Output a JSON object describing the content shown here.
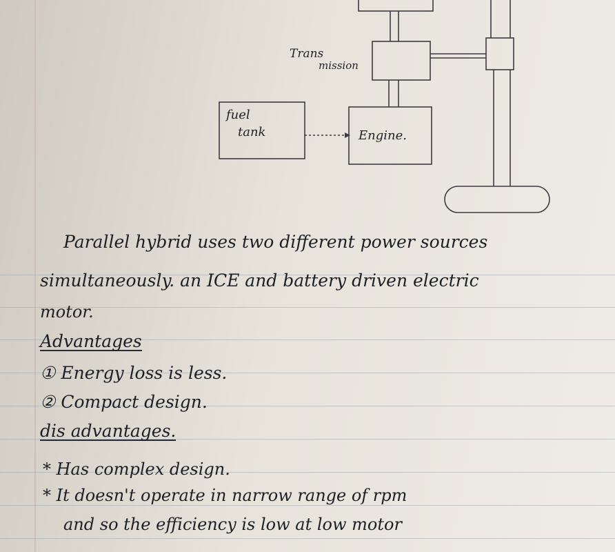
{
  "diagram": {
    "transmission_label_1": "Trans",
    "transmission_label_2": "mission",
    "fuel_label_1": "fuel",
    "fuel_label_2": "tank",
    "engine_label": "Engine."
  },
  "notes": {
    "line1": "Parallel hybrid uses two different power sources",
    "line2": "simultaneously. an ICE and battery driven electric",
    "line3": "motor.",
    "heading_adv": "Advantages",
    "adv1": "① Energy loss is less.",
    "adv2": "② Compact design.",
    "heading_dis": "dis advantages.",
    "dis1": "* Has complex design.",
    "dis2": "* It doesn't operate in narrow range of rpm",
    "dis3": "and so the efficiency is low at low motor"
  }
}
